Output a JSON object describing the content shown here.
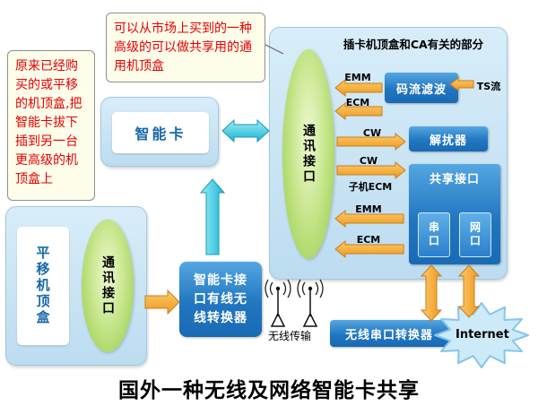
{
  "title": "国外一种无线及网络智能卡共享",
  "callouts": {
    "left": "原来已经购买的或平移的机顶盒,把智能卡拔下插到另一台更高级的机顶盒上",
    "top": "可以从市场上买到的一种高级的可以做共享用的通用机顶盒"
  },
  "smartcard": {
    "label": "智能卡"
  },
  "stb": {
    "title": "插卡机顶盒和CA有关的部分",
    "comm": "通讯接口",
    "filter": "码流滤波",
    "descrambler": "解扰器",
    "share": "共享接口",
    "serial": "串口",
    "network": "网口",
    "ts": "TS流",
    "emm_top": "EMM",
    "ecm_top": "ECM",
    "cw_top": "CW",
    "cw_mid": "CW",
    "child_ecm": "子机ECM",
    "emm_bottom": "EMM",
    "ecm_bottom": "ECM"
  },
  "old_stb": {
    "label": "平移机顶盒",
    "comm": "通讯接口"
  },
  "converter": {
    "label": "智能卡接口有线无线转换器"
  },
  "wireless_serial": {
    "label": "无线串口转换器"
  },
  "wireless": {
    "label": "无线传输"
  },
  "internet": {
    "label": "Internet"
  },
  "colors": {
    "panel_blue": "#c6e2f4",
    "box_blue": "#2176c0",
    "ellipse_green": "#93cb45",
    "arrow_orange": "#f4a62e",
    "arrow_cyan": "#35c4dc",
    "callout_text": "#e60000",
    "callout_bg": "#fdfdea"
  }
}
